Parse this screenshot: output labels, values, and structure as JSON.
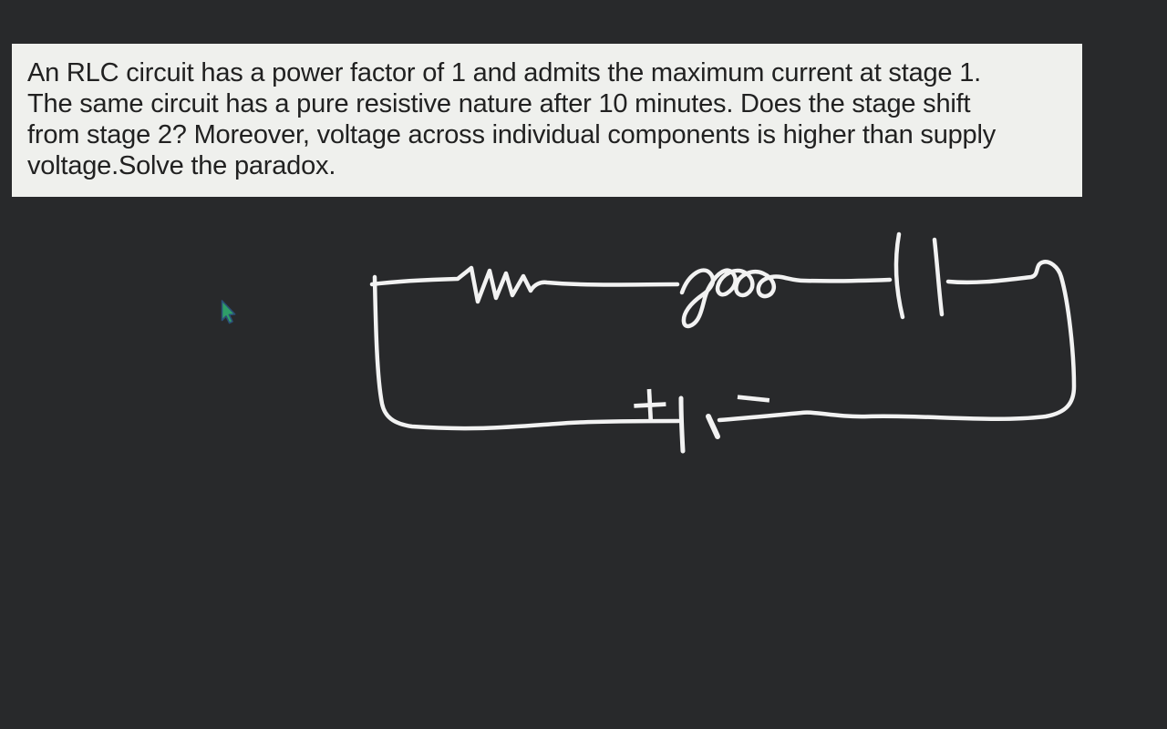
{
  "colors": {
    "bg": "#28292b",
    "box_bg": "#eff0ed",
    "box_text": "#212121",
    "ink": "#f2f2f2",
    "cursor_fill": "#2f9e68",
    "cursor_outline": "#2b4f76"
  },
  "problem_box": {
    "lines": [
      "An RLC circuit has a power factor of 1 and admits the maximum current at stage 1.",
      "The same circuit has a pure resistive nature after 10 minutes. Does the stage shift",
      "from stage 2? Moreover, voltage across individual components is higher than supply",
      "voltage.Solve the paradox."
    ]
  },
  "circuit": {
    "battery": {
      "plus_label": "+",
      "minus_label": "−"
    }
  }
}
